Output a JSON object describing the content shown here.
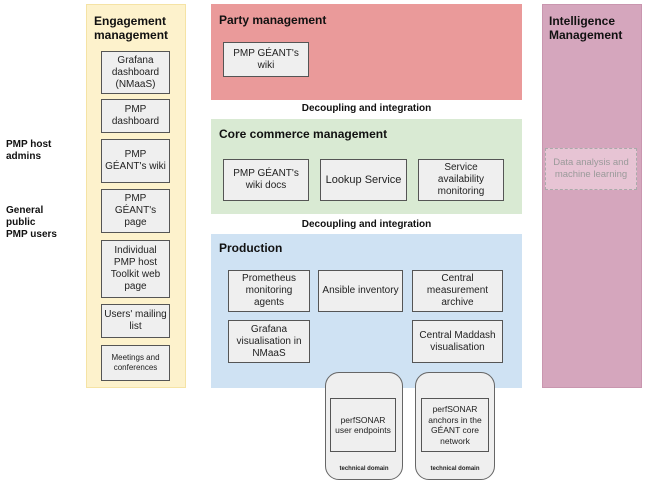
{
  "users": {
    "admins": "PMP host admins",
    "public": "General public PMP users"
  },
  "engagement": {
    "title": "Engagement management",
    "items": [
      "Grafana dashboard (NMaaS)",
      "PMP dashboard",
      "PMP GÉANT's wiki",
      "PMP GÉANT's page",
      "Individual PMP host Toolkit web page",
      "Users' mailing list",
      "Meetings and conferences"
    ]
  },
  "party": {
    "title": "Party management",
    "items": [
      "PMP GÉANT's wiki"
    ]
  },
  "bands": {
    "first": "Decoupling and integration",
    "second": "Decoupling and integration"
  },
  "core": {
    "title": "Core commerce management",
    "items": [
      "PMP GÉANT's wiki docs",
      "Lookup Service",
      "Service availability monitoring"
    ]
  },
  "production": {
    "title": "Production",
    "items": [
      "Prometheus monitoring agents",
      "Ansible inventory",
      "Central measurement archive",
      "Grafana visualisation in NMaaS",
      "Central Maddash visualisation"
    ],
    "domains": [
      {
        "label": "perfSONAR user endpoints",
        "caption": "technical domain"
      },
      {
        "label": "perfSONAR anchors in the GÉANT core network",
        "caption": "technical domain"
      }
    ]
  },
  "intelligence": {
    "title": "Intelligence Management",
    "items": [
      "Data analysis and machine learning"
    ]
  },
  "colors": {
    "engagement": "#fdf2cc",
    "party": "#ea9a9a",
    "core": "#d9ead3",
    "production": "#cfe2f3",
    "intelligence": "#d5a6bd"
  }
}
